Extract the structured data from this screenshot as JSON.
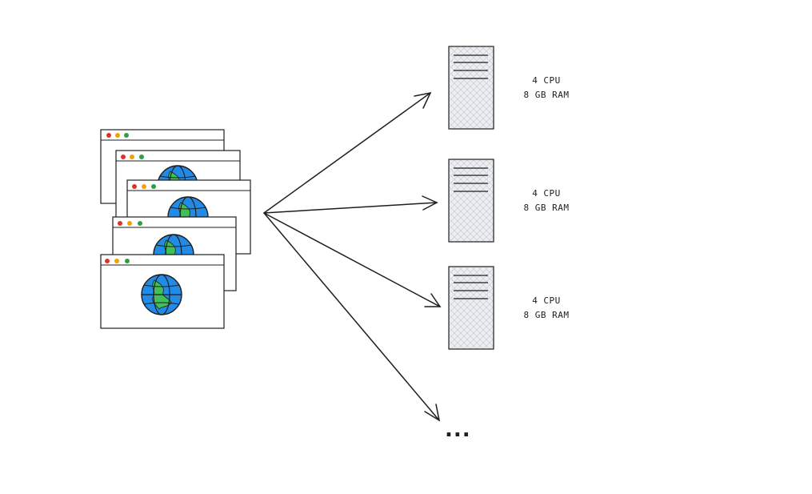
{
  "servers": [
    {
      "cpu": "4 CPU",
      "ram": "8 GB RAM"
    },
    {
      "cpu": "4 CPU",
      "ram": "8 GB RAM"
    },
    {
      "cpu": "4 CPU",
      "ram": "8 GB RAM"
    }
  ],
  "more_indicator": "...",
  "browser_window_count": 5,
  "colors": {
    "stroke": "#1e1e1e",
    "dot_red": "#e03131",
    "dot_yellow": "#f59f00",
    "dot_green": "#2f9e44",
    "globe_water": "#228be6",
    "globe_land": "#40c057",
    "server_fill": "#e9ecef"
  }
}
